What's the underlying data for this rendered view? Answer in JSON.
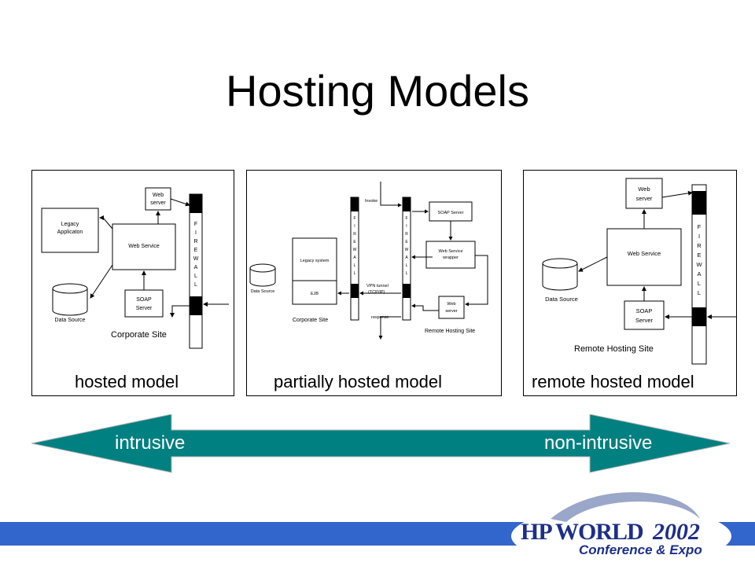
{
  "title": "Hosting Models",
  "panels": {
    "hosted": {
      "caption": "hosted model",
      "legacy": [
        "Legacy",
        "Applicaton"
      ],
      "web_server": [
        "Web",
        "server"
      ],
      "web_service": "Web Service",
      "soap_server": [
        "SOAP",
        "Server"
      ],
      "data_source": "Data Source",
      "site": "Corporate Site",
      "firewall": [
        "F",
        "I",
        "R",
        "E",
        "W",
        "A",
        "L",
        "L"
      ]
    },
    "partial": {
      "caption": "partially hosted model",
      "legacy_system": "Legacy system",
      "ejb": "EJB",
      "data_source": "Data Source",
      "corporate_site": "Corporate Site",
      "invoke": "Invoke",
      "vpn": [
        "VPN tunnel",
        "(TCP/IP)"
      ],
      "response": "response",
      "soap_server": "SOAP Server",
      "ws_wrapper": [
        "Web Service",
        "wrapper"
      ],
      "web_server": [
        "Web",
        "server"
      ],
      "remote_site": "Remote Hosting Site",
      "firewall": [
        "F",
        "I",
        "R",
        "E",
        "W",
        "A",
        "L",
        "L"
      ]
    },
    "remote": {
      "caption": "remote hosted model",
      "web_server": [
        "Web",
        "server"
      ],
      "web_service": "Web Service",
      "data_source": "Data Source",
      "soap_server": [
        "SOAP",
        "Server"
      ],
      "site": "Remote Hosting Site",
      "firewall": [
        "F",
        "I",
        "R",
        "E",
        "W",
        "A",
        "L",
        "L"
      ]
    }
  },
  "arrow": {
    "left_label": "intrusive",
    "right_label": "non-intrusive",
    "color": "#008080"
  },
  "logo": {
    "brand": "HP WORLD",
    "year": "2002",
    "subtitle": "Conference & Expo",
    "color": "#1d2f8a"
  },
  "footer": {
    "color": "#3366cc"
  }
}
